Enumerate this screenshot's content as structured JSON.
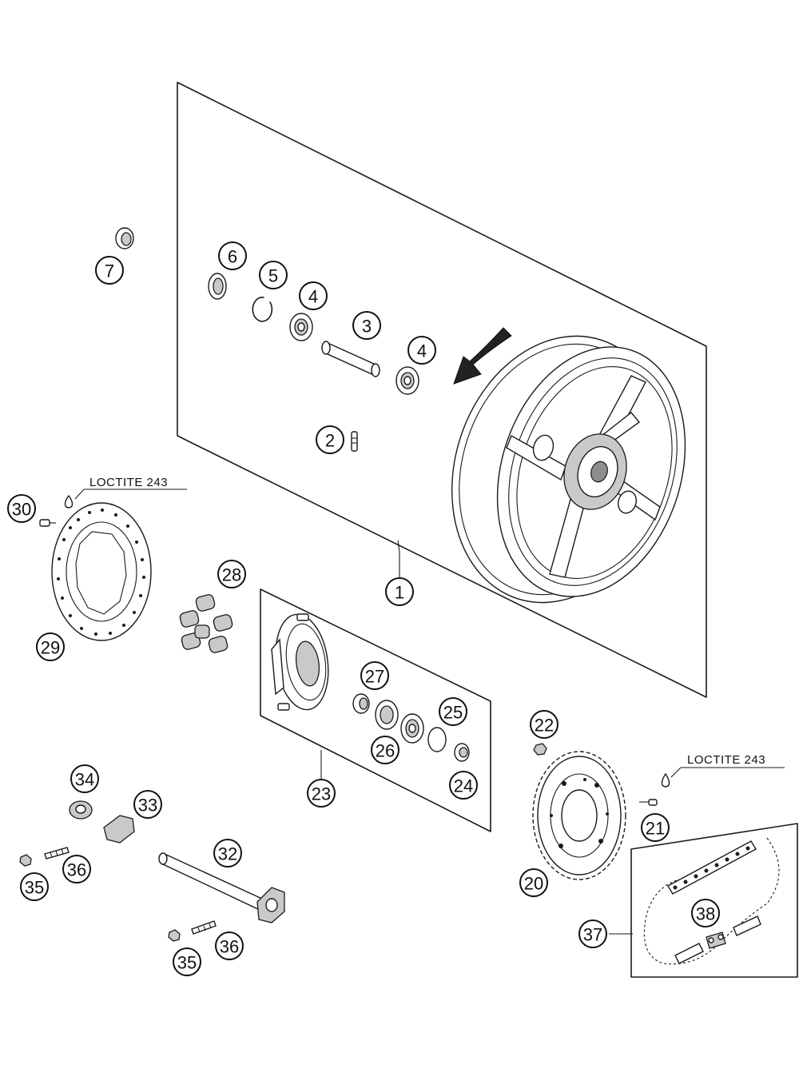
{
  "diagram": {
    "callouts": {
      "c1": "1",
      "c2": "2",
      "c3": "3",
      "c4a": "4",
      "c4b": "4",
      "c5": "5",
      "c6": "6",
      "c7": "7",
      "c20": "20",
      "c21": "21",
      "c22": "22",
      "c23": "23",
      "c24": "24",
      "c25": "25",
      "c26": "26",
      "c27": "27",
      "c28": "28",
      "c29": "29",
      "c30": "30",
      "c32": "32",
      "c33": "33",
      "c34": "34",
      "c35a": "35",
      "c35b": "35",
      "c36a": "36",
      "c36b": "36",
      "c37": "37",
      "c38": "38"
    },
    "notes": {
      "loctite_left": "LOCTITE 243",
      "loctite_right": "LOCTITE 243"
    }
  }
}
